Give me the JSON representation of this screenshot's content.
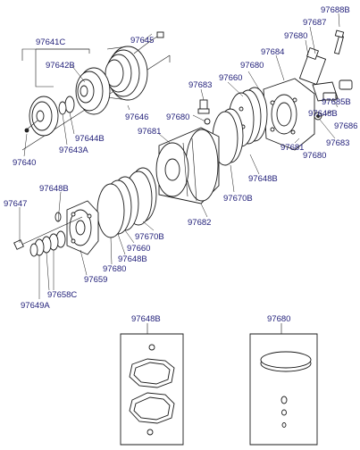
{
  "labels": {
    "p97641C": "97641C",
    "p97645": "97645",
    "p97642B": "97642B",
    "p97646": "97646",
    "p97644B": "97644B",
    "p97643A": "97643A",
    "p97640a": "97640",
    "p97688B": "97688B",
    "p97687": "97687",
    "p97680a": "97680",
    "p97684": "97684",
    "p97680b": "97680",
    "p97660a": "97660",
    "p97683a": "97683",
    "p97680c": "97680",
    "p97681a": "97681",
    "p97685B": "97685B",
    "p97648Ba": "97648B",
    "p97686": "97686",
    "p97683b": "97683",
    "p97681b": "97681",
    "p97680d": "97680",
    "p97648Bb": "97648B",
    "p97670Ba": "97670B",
    "p97682": "97682",
    "p97648Bc": "97648B",
    "p97647": "97647",
    "p97670Bb": "97670B",
    "p97660b": "97660",
    "p97648Bd": "97648B",
    "p97680e": "97680",
    "p97659": "97659",
    "p97658C": "97658C",
    "p97649A": "97649A",
    "kit1": "97648B",
    "kit2": "97680"
  }
}
